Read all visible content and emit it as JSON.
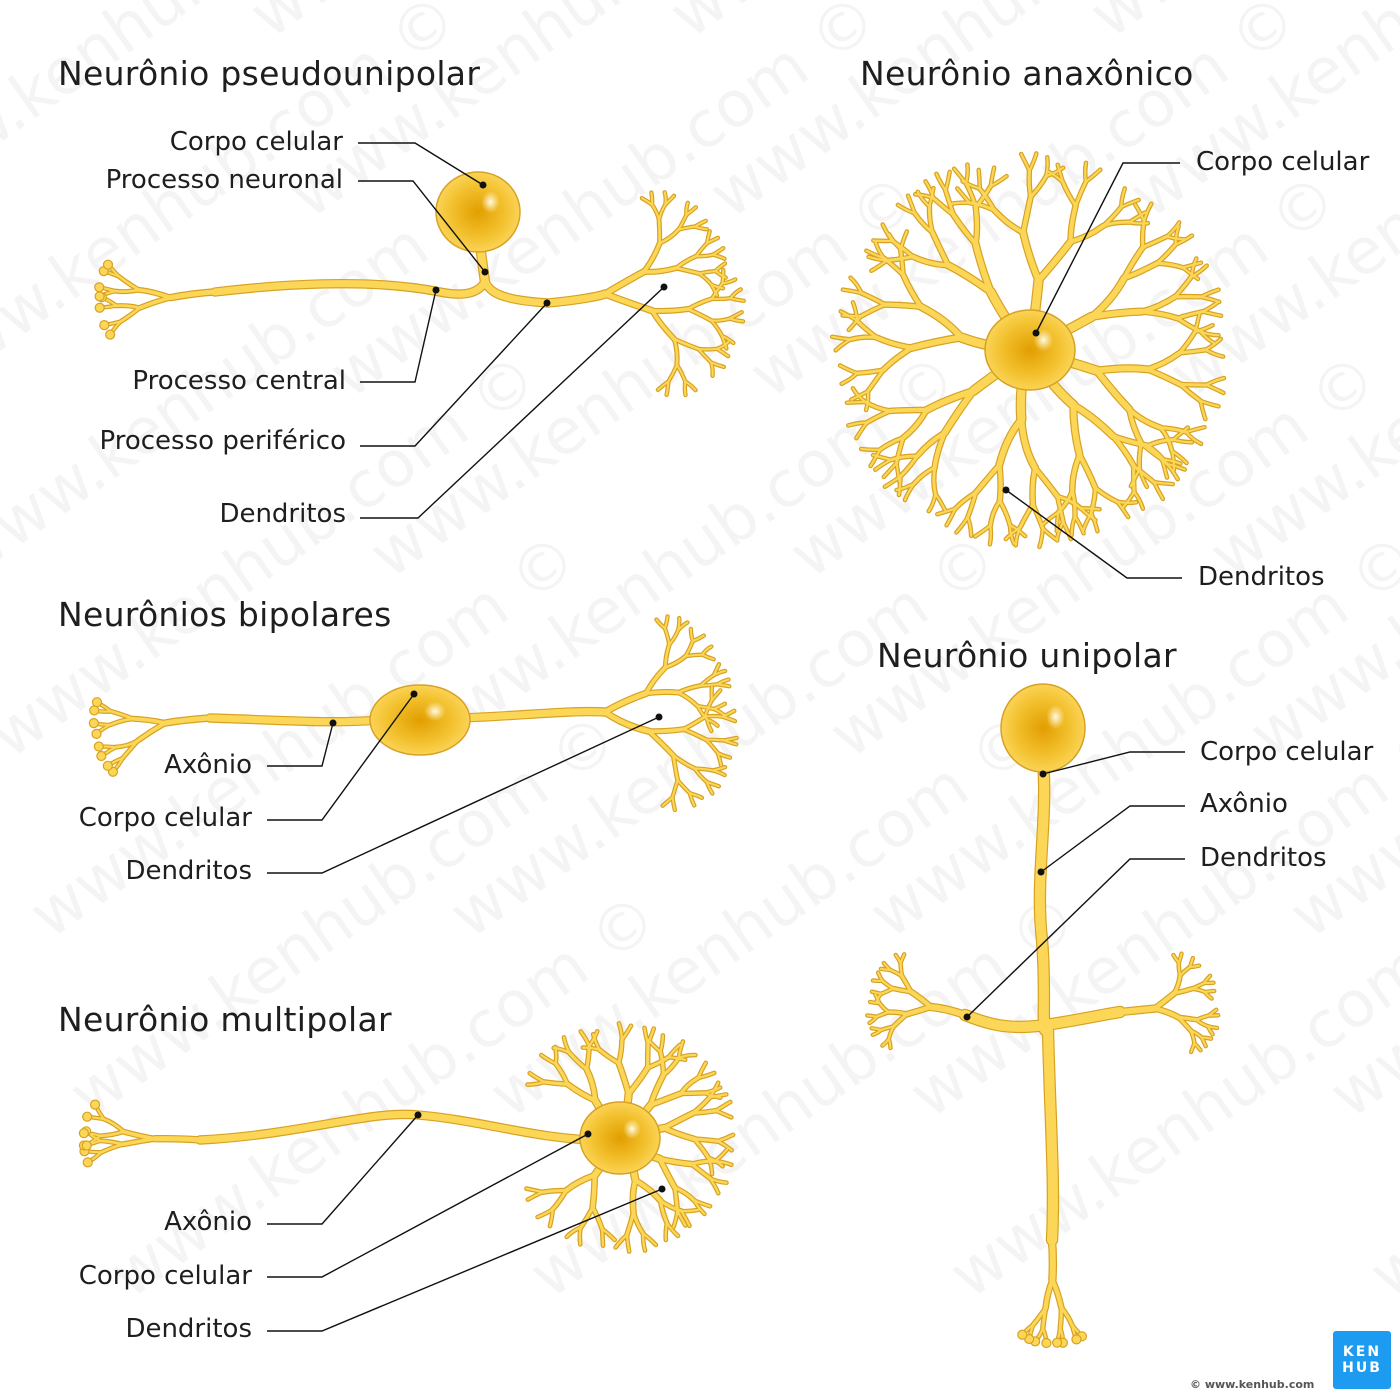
{
  "colors": {
    "fill": "#fcd757",
    "outline": "#d7a223",
    "soma_center": "#e5a300",
    "soma_edge": "#fdd862",
    "line": "#111111",
    "logo_bg": "#1d9bf0"
  },
  "pseudounipolar": {
    "title": "Neurônio pseudounipolar",
    "labels": [
      "Corpo celular",
      "Processo neuronal",
      "Processo central",
      "Processo periférico",
      "Dendritos"
    ]
  },
  "anaxonic": {
    "title": "Neurônio anaxônico",
    "labels": [
      "Corpo celular",
      "Dendritos"
    ]
  },
  "bipolar": {
    "title": "Neurônios bipolares",
    "labels": [
      "Axônio",
      "Corpo celular",
      "Dendritos"
    ]
  },
  "unipolar": {
    "title": "Neurônio unipolar",
    "labels": [
      "Corpo celular",
      "Axônio",
      "Dendritos"
    ]
  },
  "multipolar": {
    "title": "Neurônio multipolar",
    "labels": [
      "Axônio",
      "Corpo celular",
      "Dendritos"
    ]
  },
  "logo": {
    "line1": "KEN",
    "line2": "HUB"
  },
  "copyright": "© www.kenhub.com",
  "watermark": "www.kenhub.com ©"
}
